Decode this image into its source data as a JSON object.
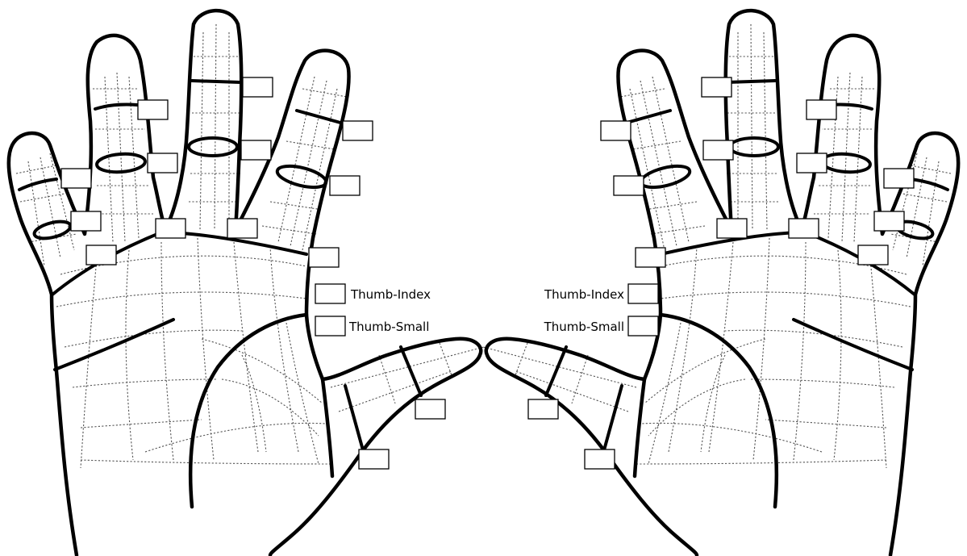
{
  "labels": {
    "left_thumb_index": "Thumb-Index",
    "left_thumb_small": "Thumb-Small",
    "right_thumb_index": "Thumb-Index",
    "right_thumb_small": "Thumb-Small"
  },
  "colors": {
    "outline": "#000000",
    "grid": "#555555",
    "box_fill": "#ffffff"
  }
}
